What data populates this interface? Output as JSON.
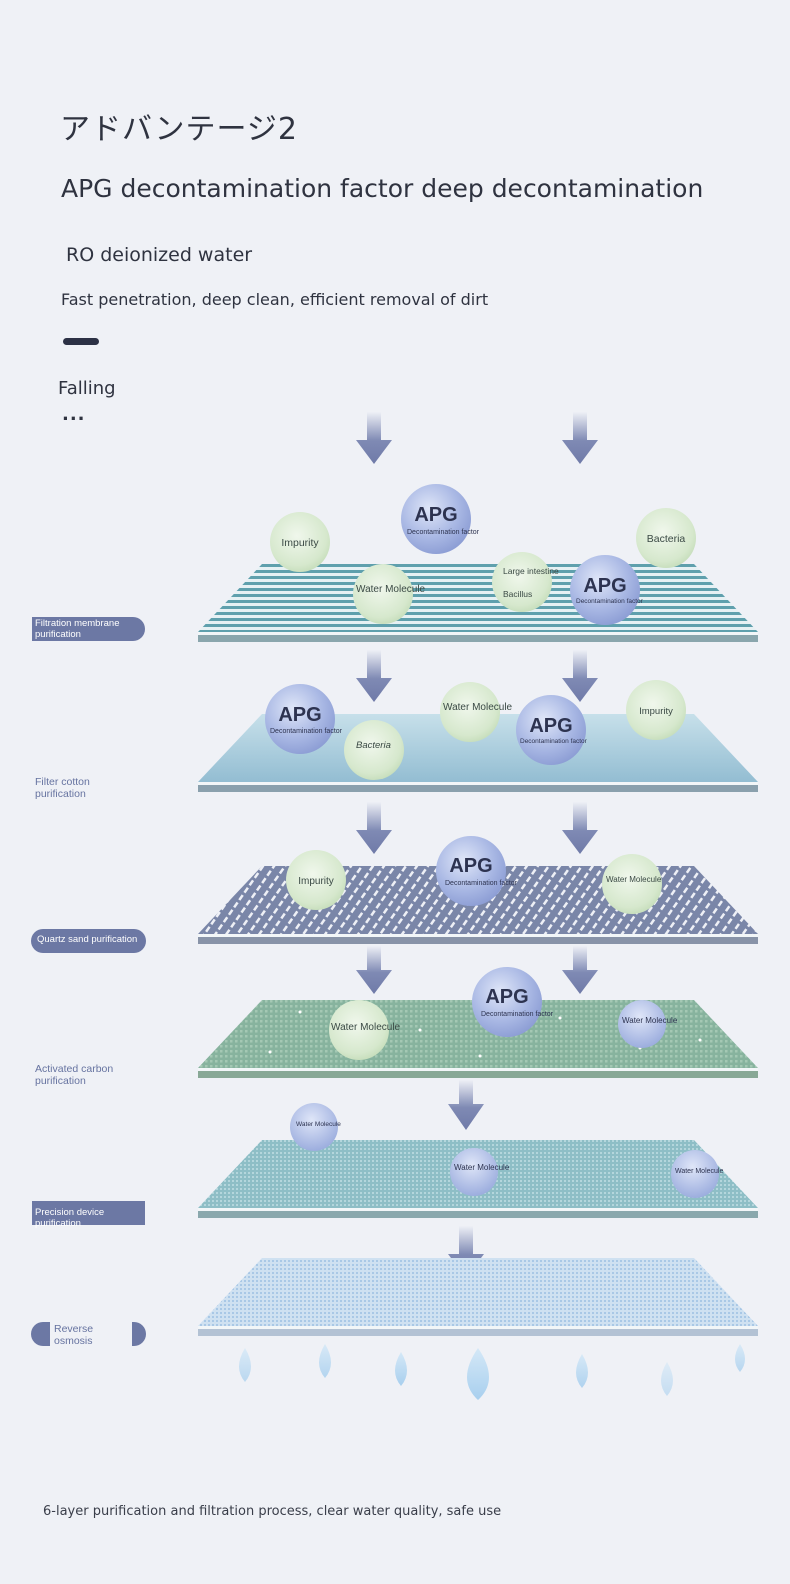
{
  "header": {
    "title": "アドバンテージ2",
    "subtitle": "APG decontamination factor deep decontamination",
    "heading": "RO deionized water",
    "tagline": "Fast penetration, deep clean, efficient removal of dirt",
    "falling_label": "Falling",
    "ellipsis": "..."
  },
  "layers": [
    {
      "label": "Filtration membrane purification"
    },
    {
      "label": "Filter cotton purification"
    },
    {
      "label": "Quartz sand purification"
    },
    {
      "label": "Activated carbon purification"
    },
    {
      "label": "Precision device purification"
    },
    {
      "label": "Reverse osmosis"
    }
  ],
  "particles": {
    "apg": "APG",
    "apg_sub": "Decontamination factor",
    "impurity": "Impurity",
    "bacteria": "Bacteria",
    "water_molecule": "Water Molecule",
    "large_intestine": "Large intestine",
    "bacillus": "Bacillus"
  },
  "footer": "6-layer purification and filtration process, clear water quality, safe use",
  "colors": {
    "background": "#eff1f6",
    "arrow": "#6f7aa8",
    "apg_ball": "#9fb0de",
    "green_ball": "#cfe3c6",
    "label_tag": "#6c78a4",
    "droplet": "#b7d7f0"
  }
}
